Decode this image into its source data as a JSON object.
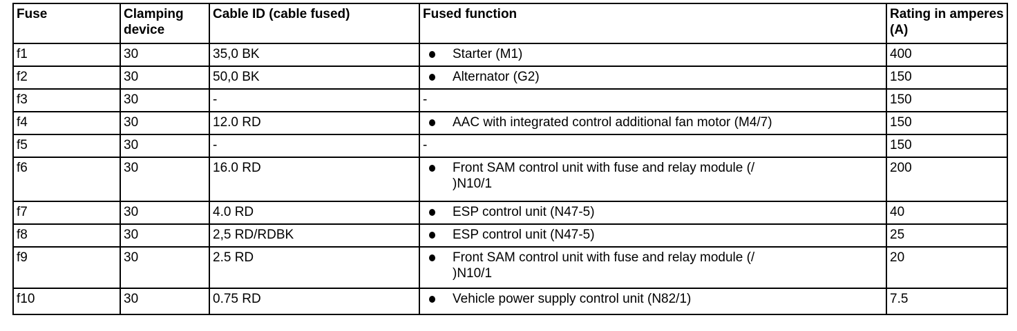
{
  "colors": {
    "background": "#ffffff",
    "border": "#000000",
    "text": "#000000"
  },
  "icons": {
    "bullet": "filled-circle"
  },
  "table": {
    "columns": [
      {
        "label": "Fuse"
      },
      {
        "label": "Clamping device"
      },
      {
        "label": "Cable ID (cable fused)"
      },
      {
        "label": "Fused function"
      },
      {
        "label": "Rating in amperes (A)"
      }
    ],
    "rows": [
      {
        "fuse": "f1",
        "clamping": "30",
        "cable": "35,0 BK",
        "bullet": true,
        "function": "Starter (M1)",
        "rating": "400"
      },
      {
        "fuse": "f2",
        "clamping": "30",
        "cable": "50,0 BK",
        "bullet": true,
        "function": "Alternator (G2)",
        "rating": "150"
      },
      {
        "fuse": "f3",
        "clamping": "30",
        "cable": "-",
        "bullet": false,
        "function": "-",
        "rating": "150"
      },
      {
        "fuse": "f4",
        "clamping": "30",
        "cable": "12.0 RD",
        "bullet": true,
        "function": "AAC with integrated control additional fan motor (M4/7)",
        "rating": "150"
      },
      {
        "fuse": "f5",
        "clamping": "30",
        "cable": "-",
        "bullet": false,
        "function": "-",
        "rating": "150"
      },
      {
        "fuse": "f6",
        "clamping": "30",
        "cable": "16.0 RD",
        "bullet": true,
        "function": "Front SAM control unit with fuse and relay module (/\n)N10/1",
        "rating": "200"
      },
      {
        "fuse": "f7",
        "clamping": "30",
        "cable": "4.0 RD",
        "bullet": true,
        "function": "ESP control unit (N47-5)",
        "rating": "40"
      },
      {
        "fuse": "f8",
        "clamping": "30",
        "cable": "2,5 RD/RDBK",
        "bullet": true,
        "function": "ESP control unit (N47-5)",
        "rating": "25"
      },
      {
        "fuse": "f9",
        "clamping": "30",
        "cable": "2.5 RD",
        "bullet": true,
        "function": "Front SAM control unit with fuse and relay module (/\n)N10/1",
        "rating": "20"
      },
      {
        "fuse": "f10",
        "clamping": "30",
        "cable": "0.75 RD",
        "bullet": true,
        "function": "Vehicle power supply control unit (N82/1)",
        "rating": "7.5"
      }
    ]
  }
}
